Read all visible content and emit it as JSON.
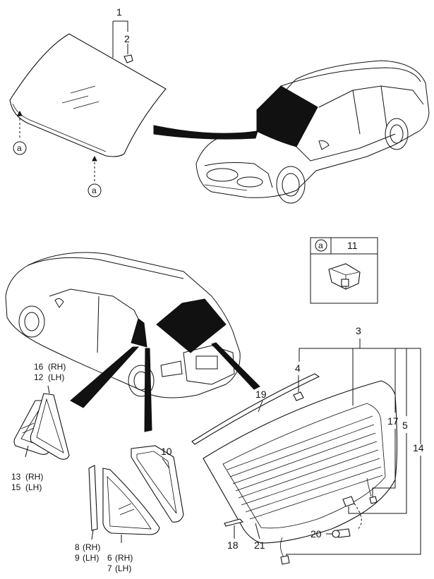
{
  "labels": {
    "p1": "1",
    "p2": "2",
    "p3": "3",
    "p4": "4",
    "p5": "5",
    "p10": "10",
    "p11": "11",
    "p14": "14",
    "p17": "17",
    "p18": "18",
    "p19": "19",
    "p20": "20",
    "p21": "21",
    "p16rh": "16",
    "p12lh": "12",
    "p13rh": "13",
    "p15lh": "15",
    "p8rh": "8",
    "p9lh": "9",
    "p6rh": "6",
    "p7lh": "7",
    "rh": "(RH)",
    "lh": "(LH)",
    "ref_a": "a"
  }
}
